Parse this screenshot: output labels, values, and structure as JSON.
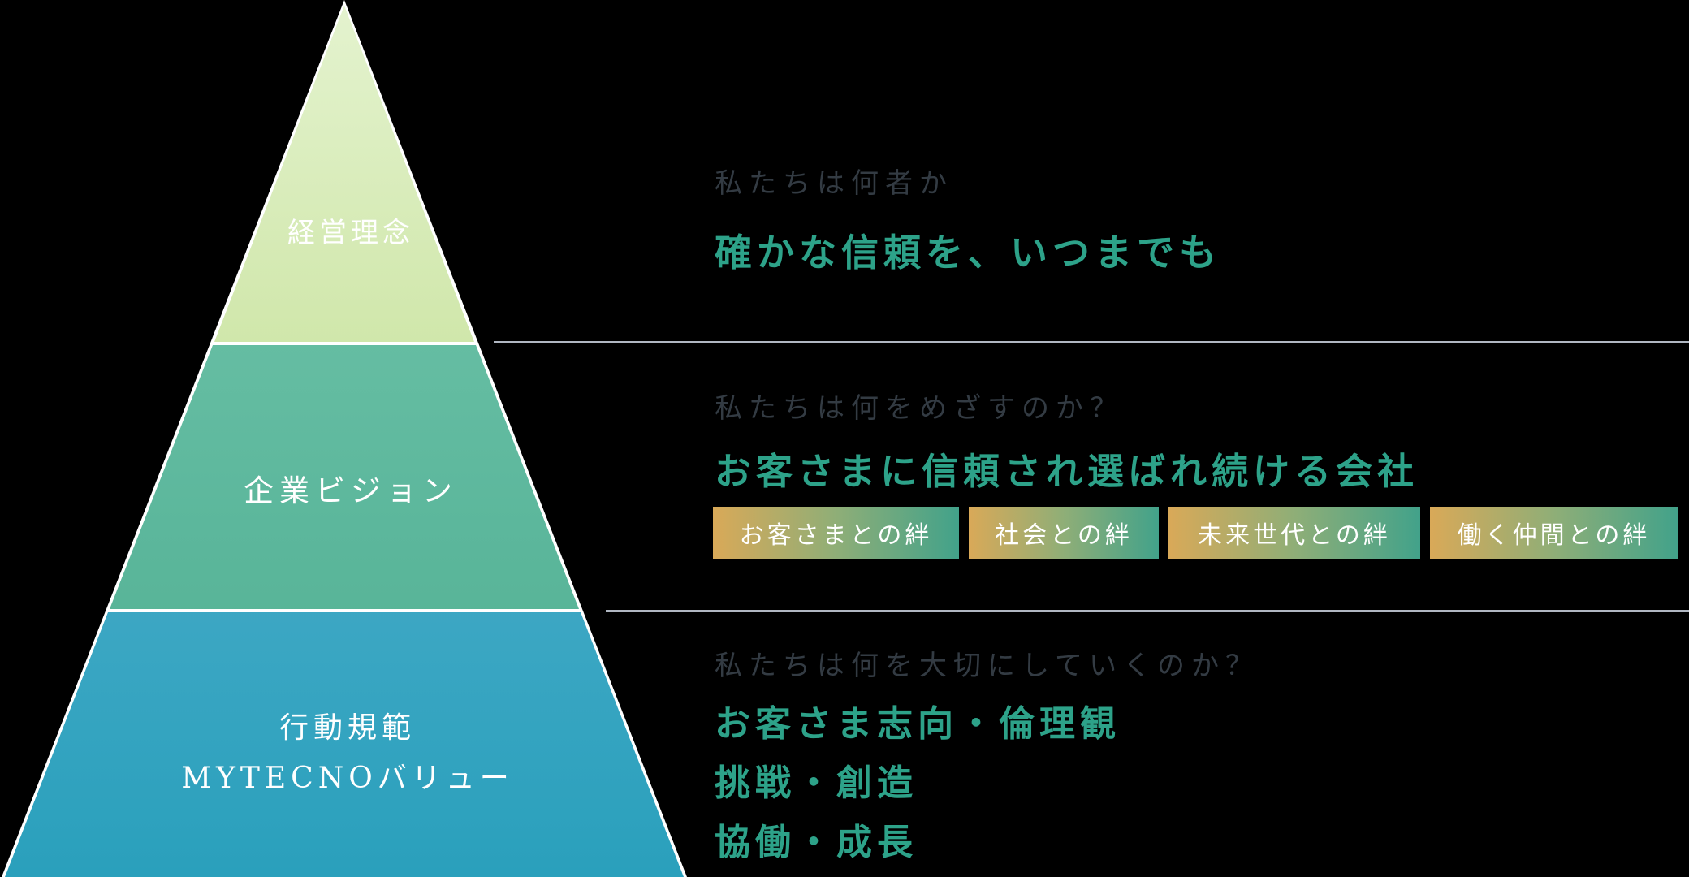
{
  "pyramid": {
    "tiers": [
      {
        "label": "経営理念",
        "color_top": "#e4f3cf",
        "color_bottom": "#a5c967"
      },
      {
        "label": "企業ビジョン",
        "color_top": "#76c8ae",
        "color_bottom": "#4ead8d"
      },
      {
        "label_line1": "行動規範",
        "label_line2": "MYTECNOバリュー",
        "color_top": "#6ac5dc",
        "color_bottom": "#2aa0bc"
      }
    ]
  },
  "sections": [
    {
      "question": "私たちは何者か",
      "statement": "確かな信頼を、いつまでも"
    },
    {
      "question": "私たちは何をめざすのか？",
      "statement": "お客さまに信頼され選ばれ続ける会社",
      "badges": [
        "お客さまとの絆",
        "社会との絆",
        "未来世代との絆",
        "働く仲間との絆"
      ]
    },
    {
      "question": "私たちは何を大切にしていくのか？",
      "values": [
        "お客さま志向・倫理観",
        "挑戦・創造",
        "協働・成長"
      ]
    }
  ],
  "colors": {
    "background": "#000000",
    "accent_teal": "#2da289",
    "question_gray": "#333b43",
    "divider": "#b0b7c2",
    "badge_gradient_left": "#d9a958",
    "badge_gradient_right": "#42a28a",
    "pyramid_outline": "#ffffff",
    "tier_label_text": "#ffffff"
  }
}
